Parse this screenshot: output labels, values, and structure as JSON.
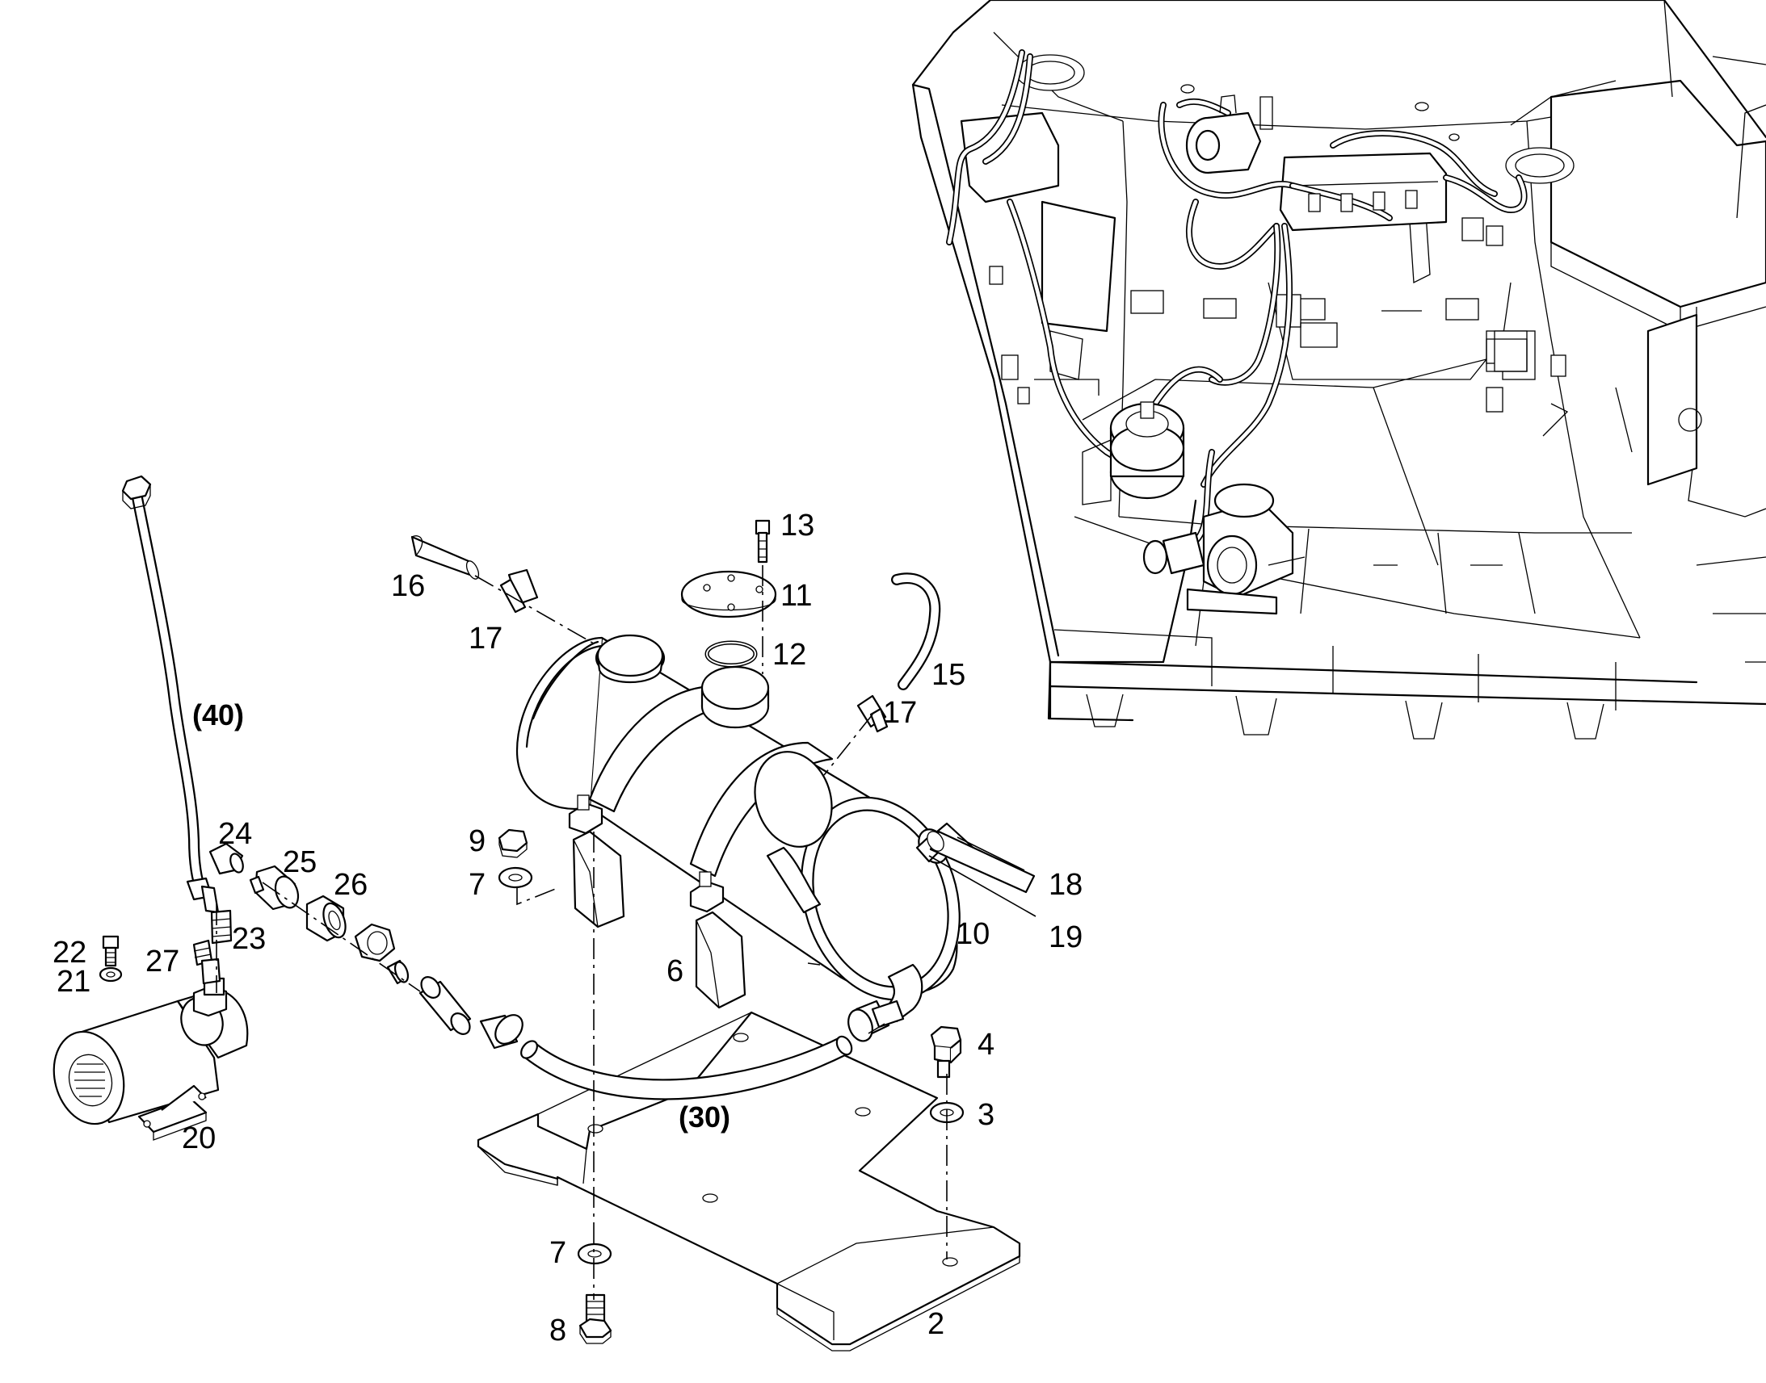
{
  "diagram": {
    "callouts": {
      "n2": "2",
      "n3": "3",
      "n4": "4",
      "n6": "6",
      "n7a": "7",
      "n7b": "7",
      "n8": "8",
      "n9": "9",
      "n10": "10",
      "n11": "11",
      "n12": "12",
      "n13": "13",
      "n15": "15",
      "n16": "16",
      "n17a": "17",
      "n17b": "17",
      "n18": "18",
      "n19": "19",
      "n20": "20",
      "n21": "21",
      "n22": "22",
      "n23": "23",
      "n24": "24",
      "n25": "25",
      "n26": "26",
      "n27": "27"
    },
    "assemblies": {
      "a30": "(30)",
      "a40": "(40)"
    }
  }
}
